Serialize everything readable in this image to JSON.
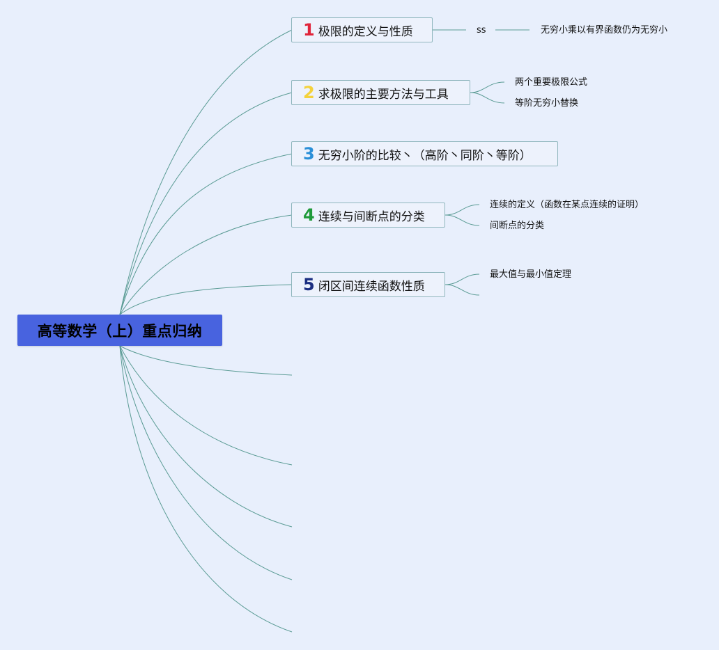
{
  "root": {
    "title": "高等数学（上）重点归纳",
    "color": "#4863df"
  },
  "colors": {
    "background": "#e8effc",
    "connector": "#5a9b94",
    "topic_border": "#8fb6bd"
  },
  "topics": [
    {
      "num": "1",
      "num_color": "#e0243a",
      "label": "极限的定义与性质",
      "children": [
        "ss"
      ],
      "grandchildren": [
        "无穷小乘以有界函数仍为无穷小"
      ]
    },
    {
      "num": "2",
      "num_color": "#f4d23c",
      "label": "求极限的主要方法与工具",
      "children": [
        "两个重要极限公式",
        "等阶无穷小替换"
      ]
    },
    {
      "num": "3",
      "num_color": "#2a8fd8",
      "label": "无穷小阶的比较丶（高阶丶同阶丶等阶）",
      "children": []
    },
    {
      "num": "4",
      "num_color": "#1f9a3a",
      "label": "连续与间断点的分类",
      "children": [
        "连续的定义（函数在某点连续的证明）",
        "间断点的分类"
      ]
    },
    {
      "num": "5",
      "num_color": "#1c2f82",
      "label": "闭区间连续函数性质",
      "children": [
        "最大值与最小值定理",
        ""
      ]
    }
  ]
}
